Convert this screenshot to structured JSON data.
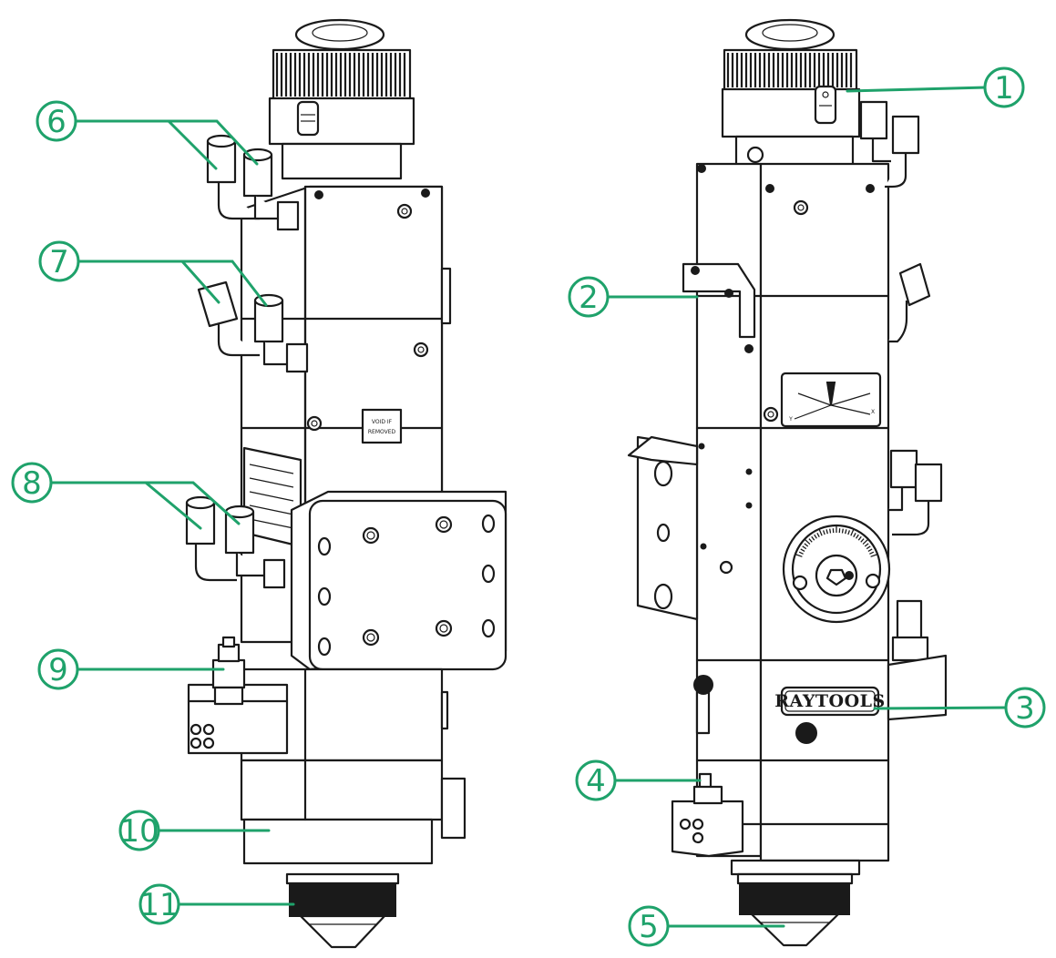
{
  "accent_color": "#1fa26b",
  "brand_label": "RAYTOOLS",
  "warning_plate": [
    "VOID IF",
    "REMOVED"
  ],
  "axis_plate": {
    "x": "X",
    "y": "Y"
  },
  "callouts": [
    {
      "num": "1"
    },
    {
      "num": "2"
    },
    {
      "num": "3"
    },
    {
      "num": "4"
    },
    {
      "num": "5"
    },
    {
      "num": "6"
    },
    {
      "num": "7"
    },
    {
      "num": "8"
    },
    {
      "num": "9"
    },
    {
      "num": "10"
    },
    {
      "num": "11"
    }
  ]
}
